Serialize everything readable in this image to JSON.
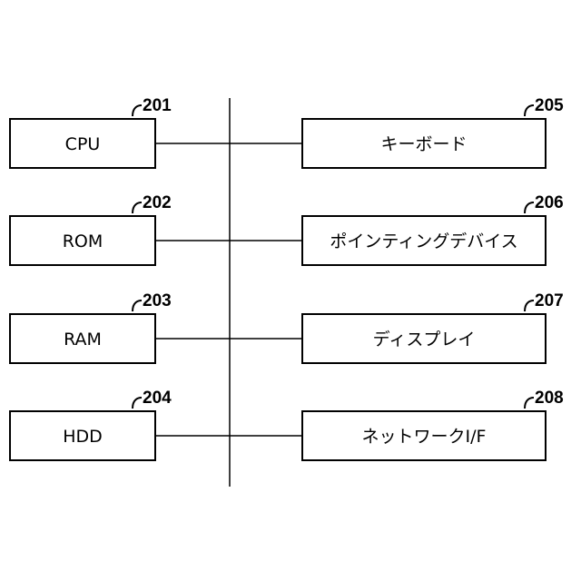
{
  "left_components": [
    {
      "ref": "201",
      "label": "CPU"
    },
    {
      "ref": "202",
      "label": "ROM"
    },
    {
      "ref": "203",
      "label": "RAM"
    },
    {
      "ref": "204",
      "label": "HDD"
    }
  ],
  "right_components": [
    {
      "ref": "205",
      "label": "キーボード"
    },
    {
      "ref": "206",
      "label": "ポインティングデバイス"
    },
    {
      "ref": "207",
      "label": "ディスプレイ"
    },
    {
      "ref": "208",
      "label": "ネットワークI/F"
    }
  ]
}
